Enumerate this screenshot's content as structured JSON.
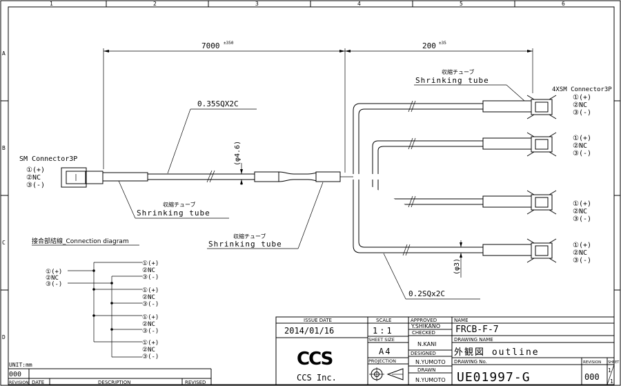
{
  "border": {
    "columns": [
      "1",
      "2",
      "3",
      "4",
      "5",
      "6"
    ],
    "rows": [
      "A",
      "B",
      "C",
      "D"
    ]
  },
  "dimensions": {
    "length_main": "7000",
    "length_main_tol": "±350",
    "length_branch": "200",
    "length_branch_tol": "±35",
    "diameter_main": "(φ4.6)",
    "diameter_branch": "(φ3)"
  },
  "wires": {
    "main": "0.35SQX2C",
    "branch": "0.2SQx2C"
  },
  "tube": {
    "jp": "収縮チューブ",
    "en": "Shrinking tube"
  },
  "connectors": {
    "left_title": "SM Connector3P",
    "right_title": "4XSM Connector3P",
    "pins": [
      "①(+)",
      "②NC",
      "③(-)"
    ]
  },
  "connection_diagram": {
    "title": "接合部結線_Connection diagram",
    "left_pins": [
      "①(+)",
      "②NC",
      "③(-)"
    ],
    "right_pins": [
      "①(+)",
      "②NC",
      "③(-)"
    ]
  },
  "unit": "UNIT:mm",
  "revision_table": {
    "revision_value": "000",
    "headers": [
      "REVISION",
      "DATE",
      "DESCRIPTION",
      "REVISED"
    ]
  },
  "title_block": {
    "issue_date_label": "ISSUE DATE",
    "issue_date": "2014/01/16",
    "scale_label": "SCALE",
    "scale": "1:1",
    "sheet_size_label": "SHEET SIZE",
    "sheet_size": "A4",
    "projection_label": "PROJECTION",
    "approved_label": "APPROVED",
    "approved": "Y.SHIKANO",
    "checked_label": "CHECKED",
    "checked": "N.KANI",
    "designed_label": "DESIGNED",
    "designed": "N.YUMOTO",
    "drawn_label": "DRAWN",
    "drawn": "N.YUMOTO",
    "name_label": "NAME",
    "name": "FRCB-F-7",
    "drawing_name_label": "DRAWING NAME",
    "drawing_name": "外観図  outline",
    "drawing_no_label": "DRAWING No.",
    "drawing_no": "UE01997-G",
    "revision_label": "REVISION",
    "sheet_label": "SHEET",
    "revision": "000",
    "sheet_num": "1",
    "sheet_total": "1",
    "company": "CCS Inc.",
    "logo": "CCS"
  }
}
